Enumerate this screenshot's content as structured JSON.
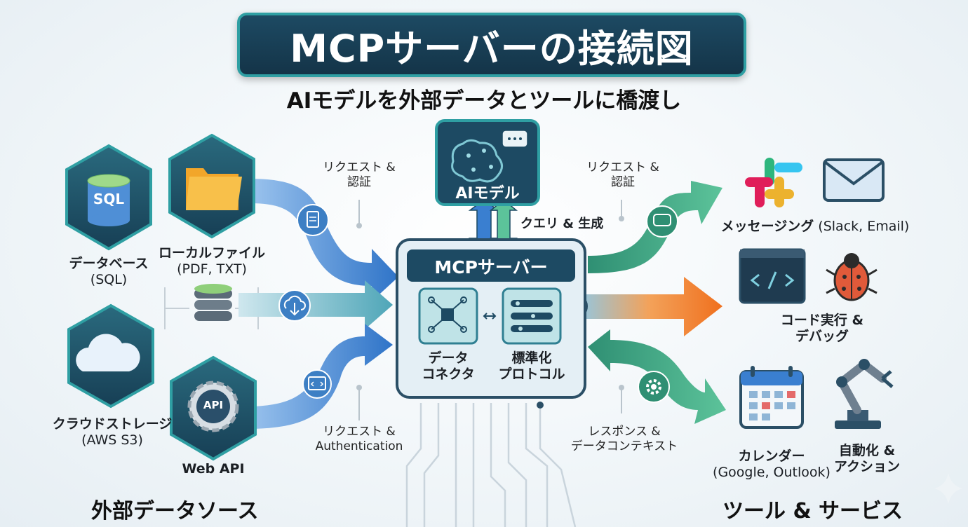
{
  "title": "MCPサーバーの接続図",
  "subtitle": "AIモデルを外部データとツールに橋渡し",
  "ai_model": {
    "label": "AIモデル"
  },
  "query_label": "クエリ & 生成",
  "server": {
    "label": "MCPサーバー",
    "connector_line1": "データ",
    "connector_line2": "コネクタ",
    "protocol_line1": "標準化",
    "protocol_line2": "プロトコル"
  },
  "arrow_labels": {
    "req_auth_left_line1": "リクエスト &",
    "req_auth_left_line2": "認証",
    "req_auth_right_line1": "リクエスト &",
    "req_auth_right_line2": "認証",
    "req_authentication_line1": "リクエスト &",
    "req_authentication_line2": "Authentication",
    "response_line1": "レスポンス &",
    "response_line2": "データコンテキスト"
  },
  "sources": {
    "heading": "外部データソース",
    "database": {
      "icon_text": "SQL",
      "label": "データベース",
      "sub": "(SQL)"
    },
    "local_file": {
      "label": "ローカルファイル",
      "sub": "(PDF, TXT)"
    },
    "cloud": {
      "label": "クラウドストレージ",
      "sub": "(AWS S3)"
    },
    "web_api": {
      "icon_text": "API",
      "label": "Web API"
    }
  },
  "tools": {
    "heading": "ツール & サービス",
    "messaging": {
      "label": "メッセージング",
      "sub": "(Slack, Email)"
    },
    "code": {
      "label_line1": "コード実行 &",
      "label_line2": "デバッグ"
    },
    "calendar": {
      "label": "カレンダー",
      "sub": "(Google, Outlook)"
    },
    "automation": {
      "label_line1": "自動化 &",
      "label_line2": "アクション"
    }
  },
  "colors": {
    "navy": "#1d4a63",
    "teal": "#2f9fa3",
    "blue_arrow": "#3a7fd0",
    "green_arrow": "#3aa37a",
    "orange_arrow": "#f07a2a"
  }
}
